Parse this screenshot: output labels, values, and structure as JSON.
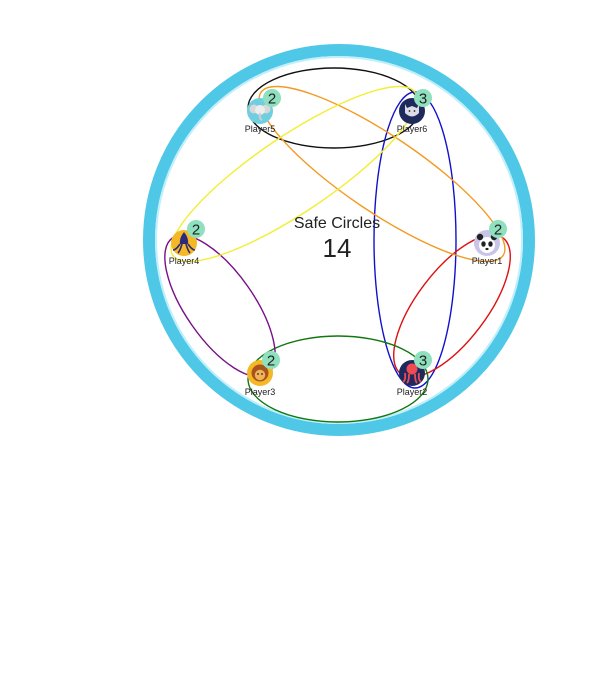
{
  "game": {
    "title": "Safe Circles",
    "score": "14",
    "colors": {
      "ring": "#4FC8E8",
      "badge": "#8EE0BE"
    }
  },
  "players": [
    {
      "name": "Player1",
      "count": "2",
      "avatar": "panda-icon"
    },
    {
      "name": "Player2",
      "count": "3",
      "avatar": "octopus-icon"
    },
    {
      "name": "Player3",
      "count": "2",
      "avatar": "lion-icon"
    },
    {
      "name": "Player4",
      "count": "2",
      "avatar": "squid-icon"
    },
    {
      "name": "Player5",
      "count": "2",
      "avatar": "elephant-icon"
    },
    {
      "name": "Player6",
      "count": "3",
      "avatar": "wolf-icon"
    }
  ],
  "connections": [
    {
      "from": "Player5",
      "to": "Player6",
      "color": "#111111"
    },
    {
      "from": "Player6",
      "to": "Player2",
      "color": "#1111CC"
    },
    {
      "from": "Player1",
      "to": "Player2",
      "color": "#DD1111"
    },
    {
      "from": "Player3",
      "to": "Player2",
      "color": "#117711"
    },
    {
      "from": "Player4",
      "to": "Player3",
      "color": "#771188"
    },
    {
      "from": "Player5",
      "to": "Player1",
      "color": "#F39A1E"
    },
    {
      "from": "Player4",
      "to": "Player6",
      "color": "#F2EE30"
    }
  ]
}
